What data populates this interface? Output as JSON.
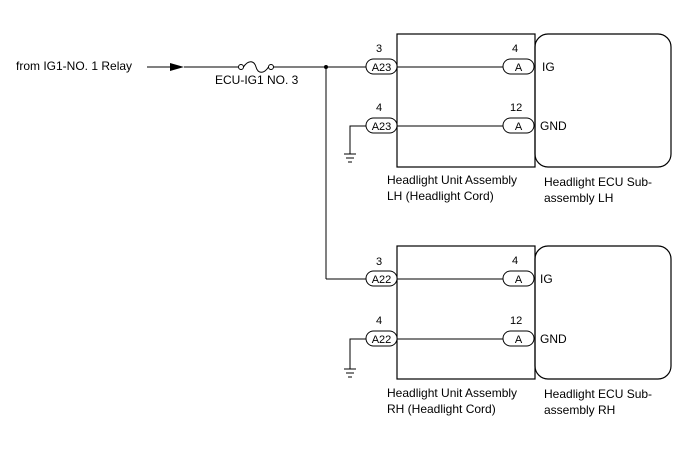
{
  "source_label": "from IG1-NO. 1 Relay",
  "fuse_label": "ECU-IG1 NO. 3",
  "lh": {
    "unit_name_line1": "Headlight Unit Assembly",
    "unit_name_line2": "LH (Headlight Cord)",
    "ecu_name_line1": "Headlight ECU Sub-",
    "ecu_name_line2": "assembly LH",
    "connector": "A23",
    "ecu_connector": "A",
    "pin_ig_in": "3",
    "pin_gnd_in": "4",
    "pin_ig_ecu": "4",
    "pin_gnd_ecu": "12",
    "sig_ig": "IG",
    "sig_gnd": "GND"
  },
  "rh": {
    "unit_name_line1": "Headlight Unit Assembly",
    "unit_name_line2": "RH (Headlight Cord)",
    "ecu_name_line1": "Headlight ECU Sub-",
    "ecu_name_line2": "assembly RH",
    "connector": "A22",
    "ecu_connector": "A",
    "pin_ig_in": "3",
    "pin_gnd_in": "4",
    "pin_ig_ecu": "4",
    "pin_gnd_ecu": "12",
    "sig_ig": "IG",
    "sig_gnd": "GND"
  }
}
